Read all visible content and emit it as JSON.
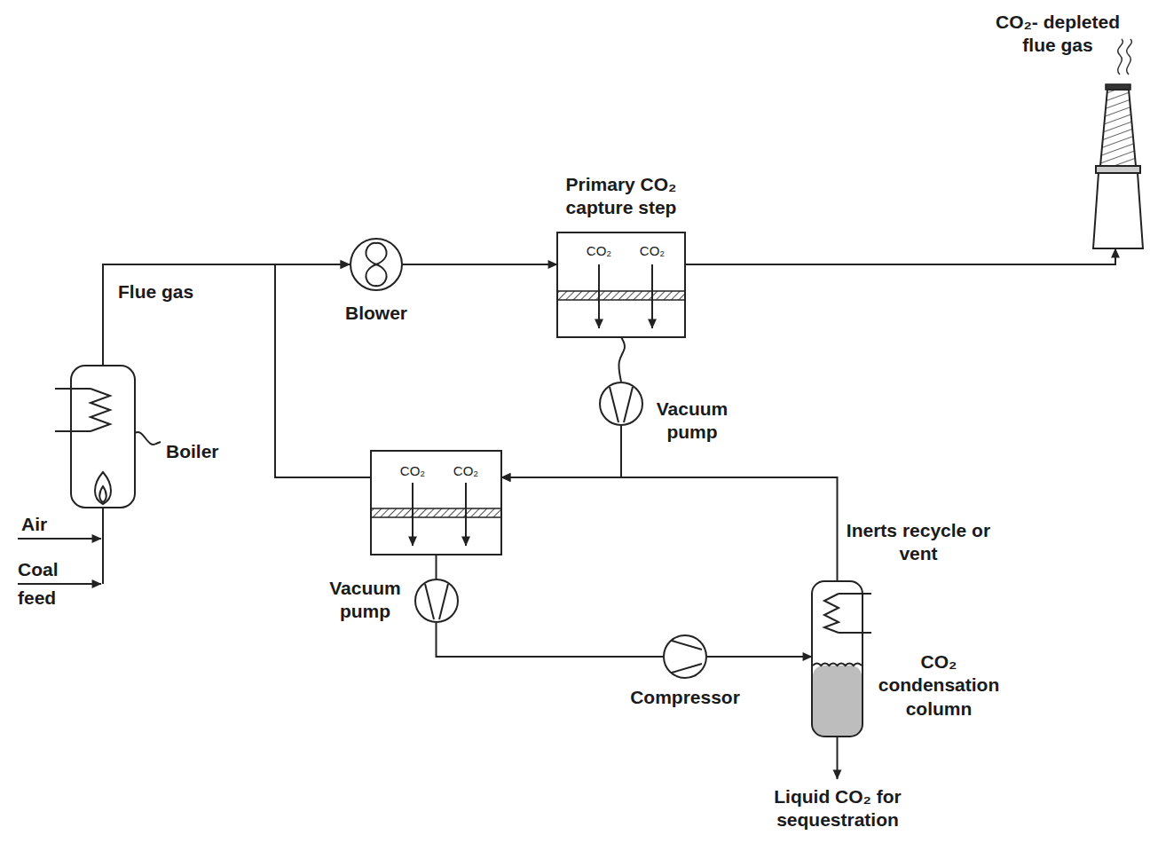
{
  "diagram": {
    "nodes": [
      {
        "text": [
          "Boiler"
        ]
      },
      {
        "text": [
          "Blower"
        ]
      },
      {
        "text": [
          "Primary CO₂ capture step",
          "CO₂",
          "CO₂"
        ]
      },
      {
        "text": [
          "Vacuum pump"
        ]
      },
      {
        "text": [
          "CO₂",
          "CO₂"
        ]
      },
      {
        "text": [
          "Vacuum pump"
        ]
      },
      {
        "text": [
          "Compressor"
        ]
      },
      {
        "text": [
          "CO₂ condensation column"
        ]
      },
      {
        "text": [
          "CO₂- depleted flue gas"
        ]
      }
    ],
    "edges": [
      {
        "from": 0,
        "to": 1,
        "arrow": "to",
        "label": "Flue gas"
      },
      {
        "from": 1,
        "to": 2,
        "arrow": "to"
      },
      {
        "from": 2,
        "to": 8,
        "arrow": "to"
      },
      {
        "from": 2,
        "to": 3,
        "arrow": "none"
      },
      {
        "from": 3,
        "to": 4,
        "arrow": "to"
      },
      {
        "from": 7,
        "to": 4,
        "arrow": "to",
        "label": "Inerts recycle or vent"
      },
      {
        "from": 4,
        "to": 1,
        "arrow": "to"
      },
      {
        "from": 4,
        "to": 5,
        "arrow": "none"
      },
      {
        "from": 5,
        "to": 6,
        "arrow": "none"
      },
      {
        "from": 6,
        "to": 7,
        "arrow": "to"
      }
    ],
    "labels": [
      "Air",
      "Coal feed",
      "Liquid CO₂ for sequestration"
    ]
  }
}
